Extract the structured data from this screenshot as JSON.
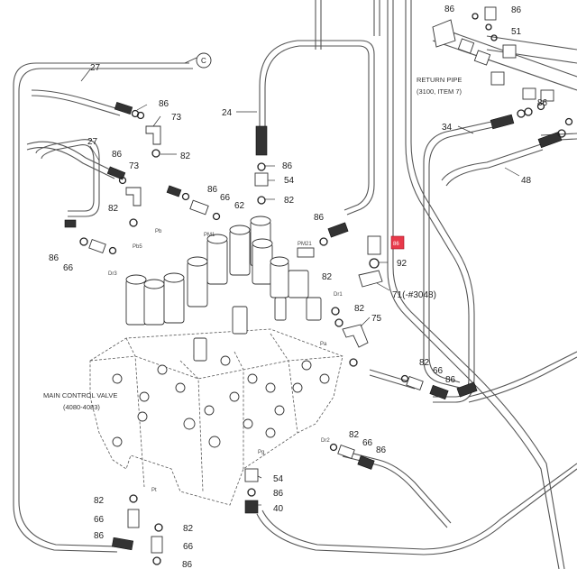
{
  "callouts": {
    "c": "C",
    "n27a": "27",
    "n27b": "27",
    "n24": "24",
    "n34": "34",
    "n48": "48",
    "n51": "51",
    "n73a": "73",
    "n73b": "73",
    "n75": "75",
    "n71": "71(-#3048)",
    "n92": "92",
    "n40": "40",
    "n54a": "54",
    "n54b": "54",
    "n86": "86",
    "n82": "82",
    "n66": "66",
    "n62": "62"
  },
  "ports": {
    "pb": "Pb",
    "pb5": "Pb5",
    "pm1": "PM1",
    "pm21": "PM21",
    "dr3": "Dr3",
    "dr2": "Dr2",
    "dr1": "Dr1",
    "pa": "Pa",
    "pt": "Pt",
    "pg": "Pg"
  },
  "highlight_tag": "86",
  "notes": {
    "return_pipe_title": "RETURN PIPE",
    "return_pipe_ref": "(3100, ITEM 7)",
    "main_valve_title": "MAIN CONTROL VALVE",
    "main_valve_ref": "(4080-4083)"
  },
  "colors": {
    "line": "#555555",
    "highlight": "#e8394a"
  }
}
